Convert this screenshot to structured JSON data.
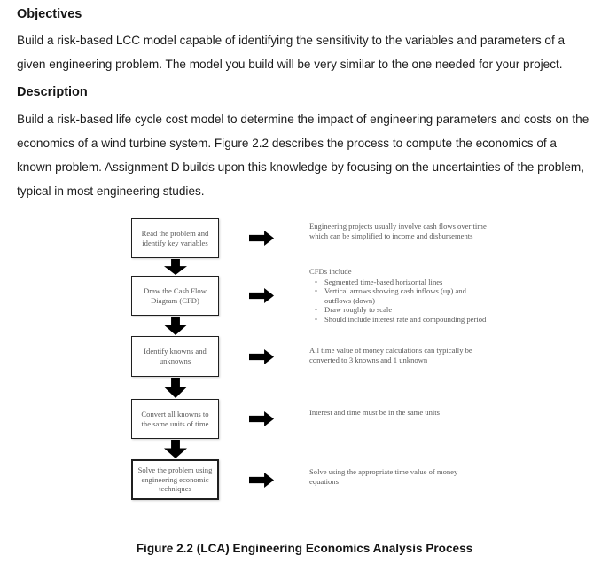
{
  "page": {
    "sections": [
      {
        "heading": "Objectives",
        "body": "Build a risk-based LCC model capable of identifying the sensitivity to the variables and parameters of a given engineering problem. The model you build will be very similar to the one needed for your project."
      },
      {
        "heading": "Description",
        "body": "Build a risk-based life cycle cost model to determine the impact of engineering parameters and costs on the economics of a wind turbine system. Figure 2.2 describes the process to compute the economics of a known problem. Assignment D builds upon this knowledge by focusing on the uncertainties of the problem, typical in most engineering studies."
      }
    ]
  },
  "flowchart": {
    "steps": [
      {
        "box": "Read the problem and identify key variables",
        "note": "Engineering projects usually involve cash flows over time which can be simplified to income and disbursements",
        "bullets": []
      },
      {
        "box": "Draw the Cash Flow Diagram (CFD)",
        "note": "CFDs include",
        "bullets": [
          "Segmented time-based horizontal lines",
          "Vertical arrows showing cash inflows (up) and outflows (down)",
          "Draw roughly to scale",
          "Should include interest rate and compounding period"
        ]
      },
      {
        "box": "Identify knowns and unknowns",
        "note": "All time value of money calculations can typically be converted to 3 knowns and 1 unknown",
        "bullets": []
      },
      {
        "box": "Convert all knowns to the same units of time",
        "note": "Interest and time must be in the same units",
        "bullets": []
      },
      {
        "box": "Solve the problem using engineering economic techniques",
        "note": "Solve using the appropriate time value of money equations",
        "bullets": []
      }
    ]
  },
  "figure_caption": "Figure 2.2 (LCA) Engineering Economics Analysis Process",
  "colors": {
    "body_text": "#1b1b1b",
    "diagram_text": "#595959",
    "arrow": "#000000",
    "box_border": "#1f1f1f",
    "background": "#ffffff"
  }
}
